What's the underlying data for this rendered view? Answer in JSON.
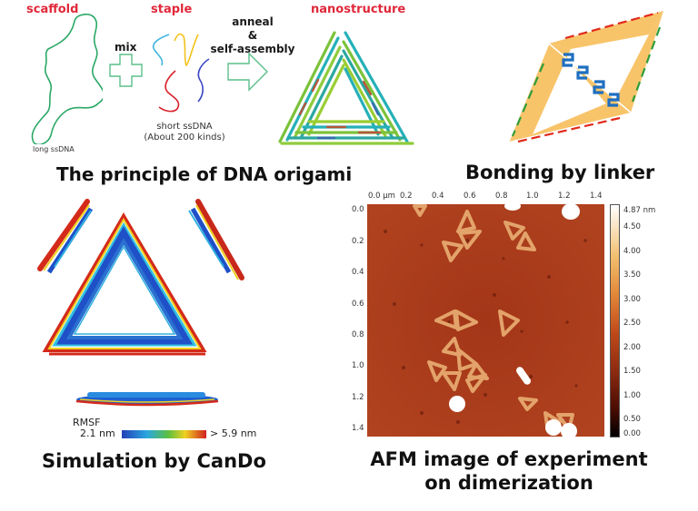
{
  "principle": {
    "scaffold_label": "scaffold",
    "scaffold_caption": "long ssDNA",
    "mix_label": "mix",
    "staple_label": "staple",
    "staple_caption_line1": "short ssDNA",
    "staple_caption_line2": "(About 200 kinds)",
    "anneal_line1": "anneal",
    "anneal_line2": "&",
    "anneal_line3": "self-assembly",
    "nanostructure_label": "nanostructure",
    "title": "The principle of DNA origami",
    "colors": {
      "scaffold": "#2aa866",
      "label_red": "#e0283a",
      "staple_cyan": "#3fb5e0",
      "staple_yellow": "#f2c21b",
      "staple_red": "#d9202a",
      "staple_blue": "#3b46c4"
    }
  },
  "linker": {
    "title": "Bonding by linker",
    "colors": {
      "body": "#f8c46a",
      "dash_red": "#e02a1a",
      "dash_green": "#2e9e3a",
      "linker_blue": "#1f6fc0"
    }
  },
  "simulation": {
    "title": "Simulation by CanDo",
    "legend_title": "RMSF",
    "legend_min": "2.1 nm",
    "legend_max": "> 5.9 nm"
  },
  "afm": {
    "title_line1": "AFM image of experiment",
    "title_line2": "on dimerization",
    "x_ticks": [
      "0.0 µm",
      "0.2",
      "0.4",
      "0.6",
      "0.8",
      "1.0",
      "1.2",
      "1.4"
    ],
    "y_ticks": [
      "0.0",
      "0.2",
      "0.4",
      "0.6",
      "0.8",
      "1.0",
      "1.2",
      "1.4"
    ],
    "colorbar_ticks": [
      "4.87 nm",
      "4.50",
      "4.00",
      "3.50",
      "3.00",
      "2.50",
      "2.00",
      "1.50",
      "1.00",
      "0.50",
      "0.00"
    ],
    "colors": {
      "background": "#a8391a",
      "triangle": "#e3a36a",
      "particle": "#ffffff"
    }
  }
}
